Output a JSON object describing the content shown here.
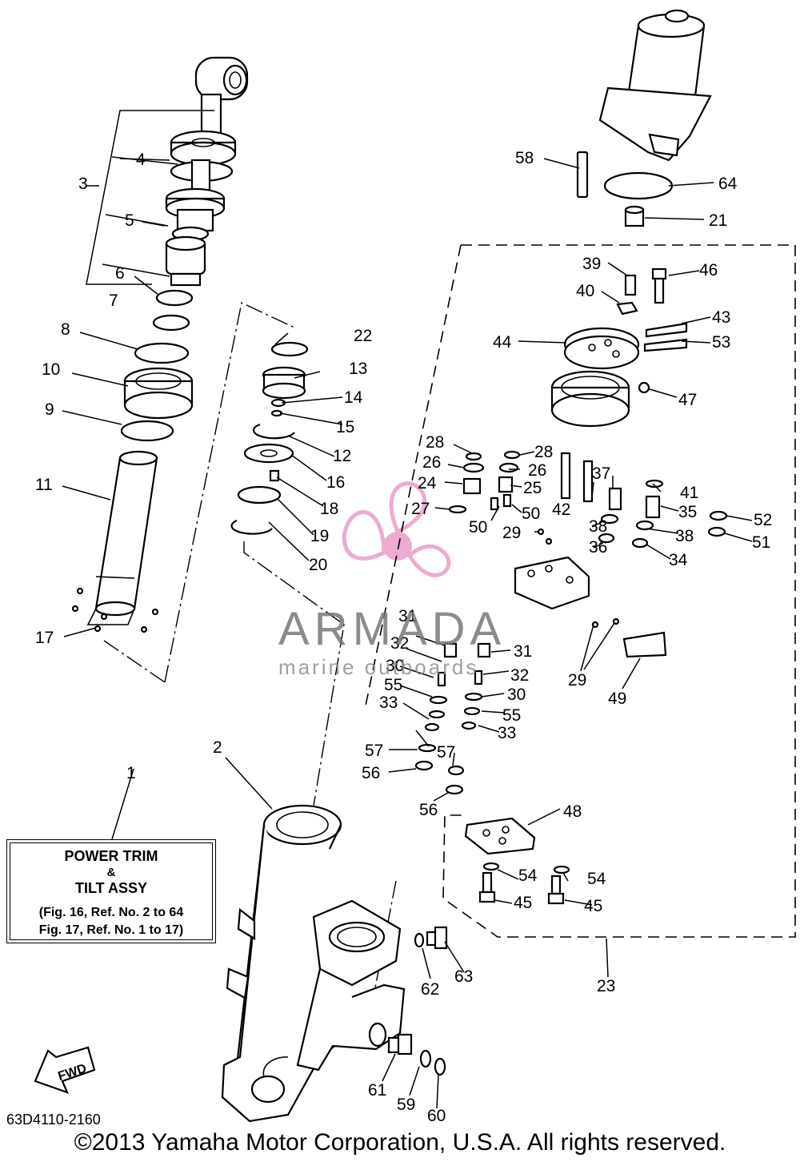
{
  "title_box": {
    "line1": "POWER TRIM",
    "line2": "&",
    "line3": "TILT ASSY",
    "line4": "(Fig. 16, Ref. No. 2 to 64",
    "line5": "Fig. 17, Ref. No. 1 to 17)"
  },
  "diagram_code": "63D4110-2160",
  "copyright": "©2013 Yamaha Motor Corporation, U.S.A. All rights reserved.",
  "watermark": {
    "name": "ARMADA",
    "tagline": "marine outboards",
    "logo_color": "#e88fbf"
  },
  "fwd_label": "FWD",
  "callouts": [
    "1",
    "2",
    "3",
    "4",
    "5",
    "6",
    "7",
    "8",
    "9",
    "10",
    "11",
    "12",
    "13",
    "14",
    "15",
    "16",
    "17",
    "18",
    "19",
    "20",
    "21",
    "22",
    "23",
    "24",
    "25",
    "26",
    "26",
    "27",
    "28",
    "28",
    "29",
    "29",
    "30",
    "30",
    "31",
    "31",
    "32",
    "32",
    "33",
    "33",
    "34",
    "35",
    "36",
    "37",
    "38",
    "38",
    "39",
    "40",
    "41",
    "42",
    "43",
    "44",
    "45",
    "45",
    "46",
    "47",
    "48",
    "49",
    "50",
    "50",
    "51",
    "52",
    "53",
    "54",
    "54",
    "55",
    "55",
    "56",
    "56",
    "57",
    "57",
    "58",
    "59",
    "60",
    "61",
    "62",
    "63",
    "64"
  ]
}
